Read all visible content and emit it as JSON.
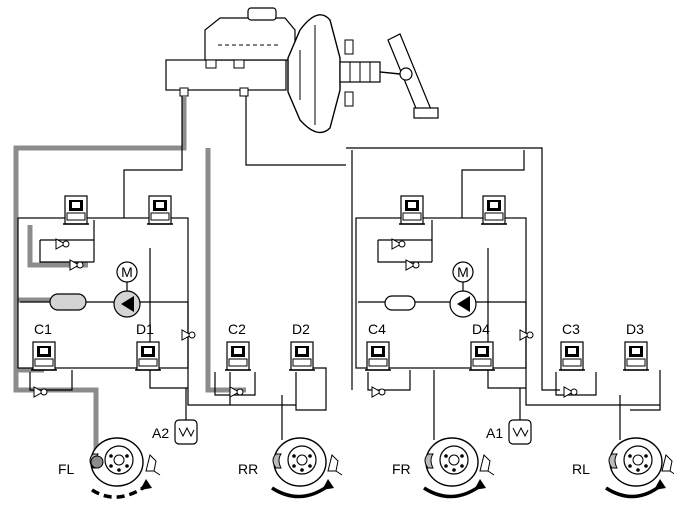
{
  "labels": {
    "c1": "C1",
    "d1": "D1",
    "c2": "C2",
    "d2": "D2",
    "c4": "C4",
    "d4": "D4",
    "c3": "C3",
    "d3": "D3",
    "a2": "A2",
    "a1": "A1",
    "fl": "FL",
    "rr": "RR",
    "fr": "FR",
    "rl": "RL",
    "motor_left": "M",
    "motor_right": "M"
  },
  "icons": {
    "master_cylinder": "master-cylinder-icon",
    "booster": "brake-booster-icon",
    "pedal": "brake-pedal-icon",
    "valve": "solenoid-valve-icon",
    "pump": "pump-icon",
    "motor": "motor-icon",
    "accumulator": "accumulator-icon",
    "wheel": "wheel-brake-icon",
    "sensor": "wheel-speed-sensor-icon",
    "rotation": "rotation-arrow-icon"
  },
  "colors": {
    "line": "#000000",
    "active_circuit": "#8c8c8c",
    "pump_fill": "#d4d4d4"
  },
  "wheels": {
    "fl_rotation": "dashed",
    "rr_rotation": "solid",
    "fr_rotation": "solid",
    "rl_rotation": "solid"
  }
}
